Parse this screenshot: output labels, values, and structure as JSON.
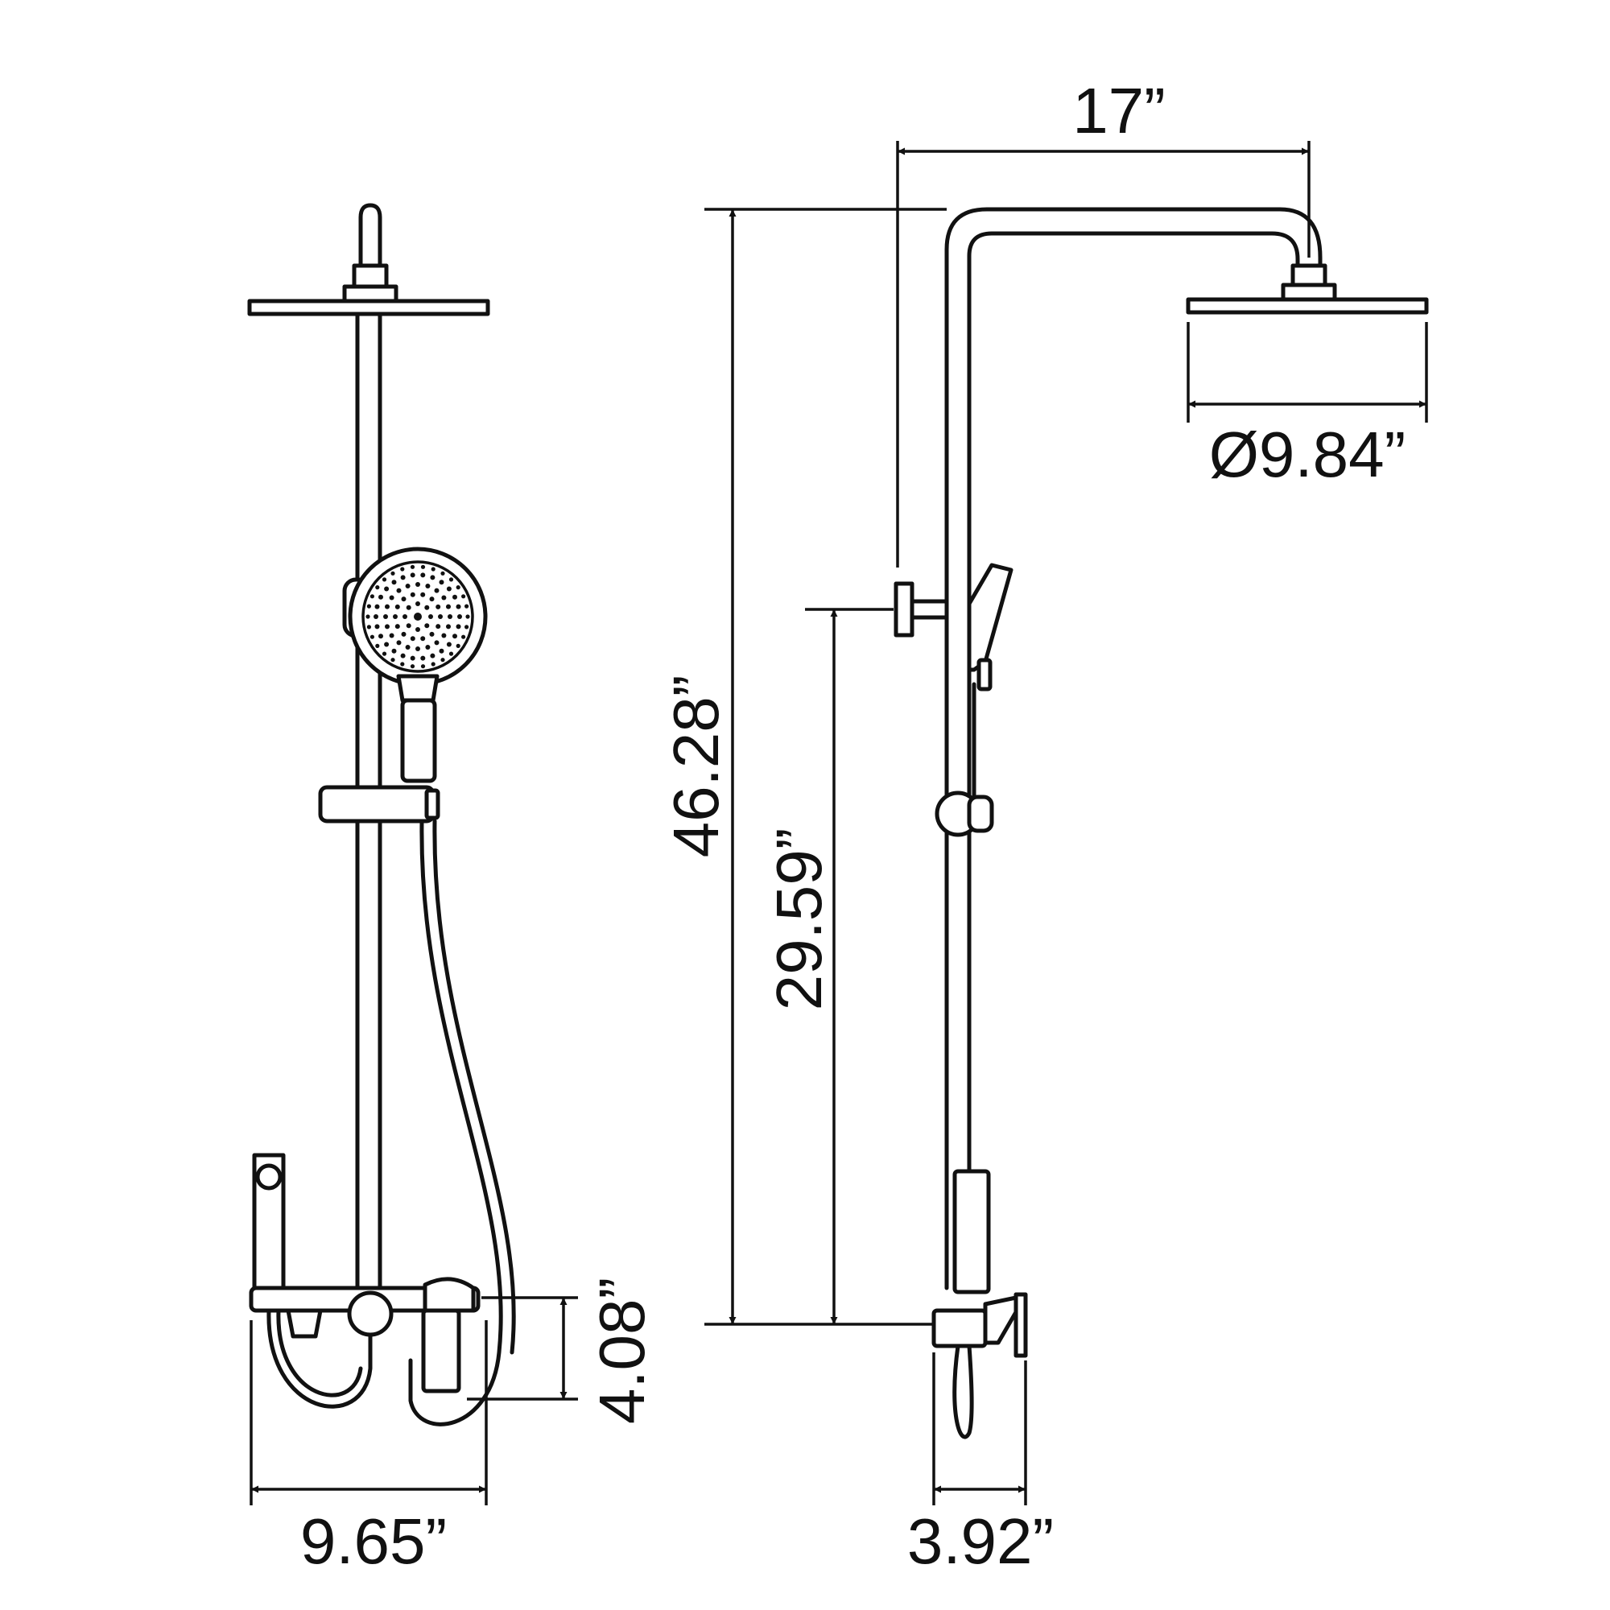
{
  "dimensions": {
    "top_width": "17”",
    "head_diameter": "Ø9.84”",
    "total_height": "46.28”",
    "holder_height": "29.59”",
    "mixer_height": "4.08”",
    "front_width": "9.65”",
    "side_depth": "3.92”"
  }
}
